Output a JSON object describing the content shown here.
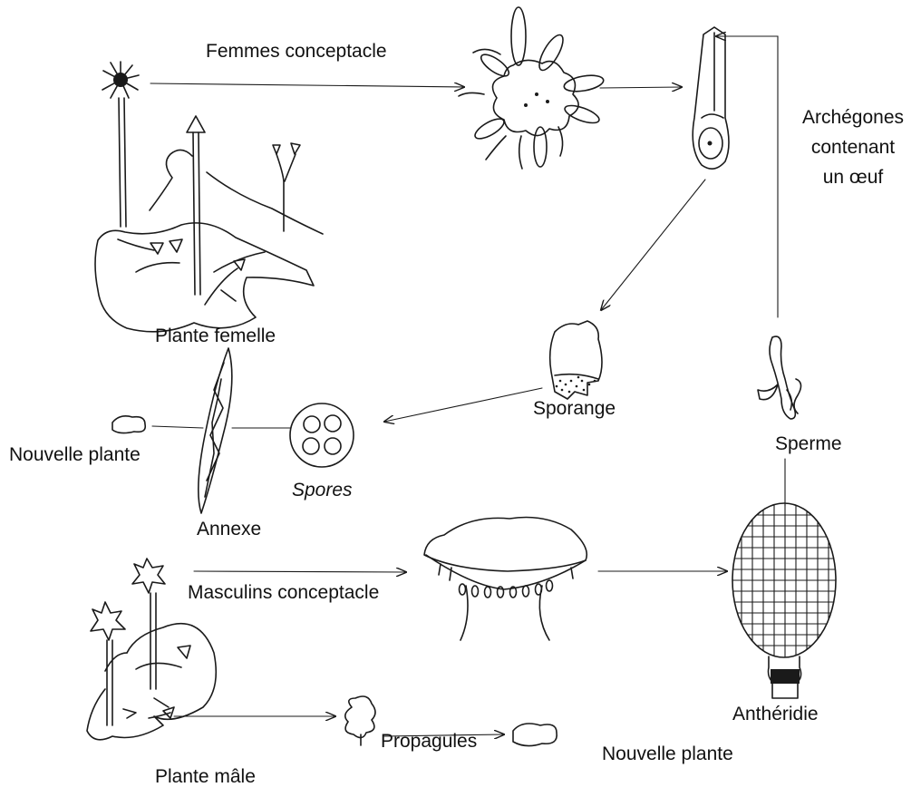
{
  "labels": {
    "femmes_conceptacle": "Femmes conceptacle",
    "archegones": [
      "Archégones",
      "contenant",
      "un œuf"
    ],
    "plante_femelle": "Plante femelle",
    "sporange": "Sporange",
    "sperme": "Sperme",
    "nouvelle_plante_left": "Nouvelle plante",
    "spores": "Spores",
    "annexe": "Annexe",
    "masculins_conceptacle": "Masculins conceptacle",
    "antheridie": "Anthéridie",
    "propagules": "Propagules",
    "nouvelle_plante_bottom": "Nouvelle plante",
    "plante_male": "Plante mâle"
  },
  "colors": {
    "ink": "#1a1a1a",
    "background": "#ffffff"
  }
}
